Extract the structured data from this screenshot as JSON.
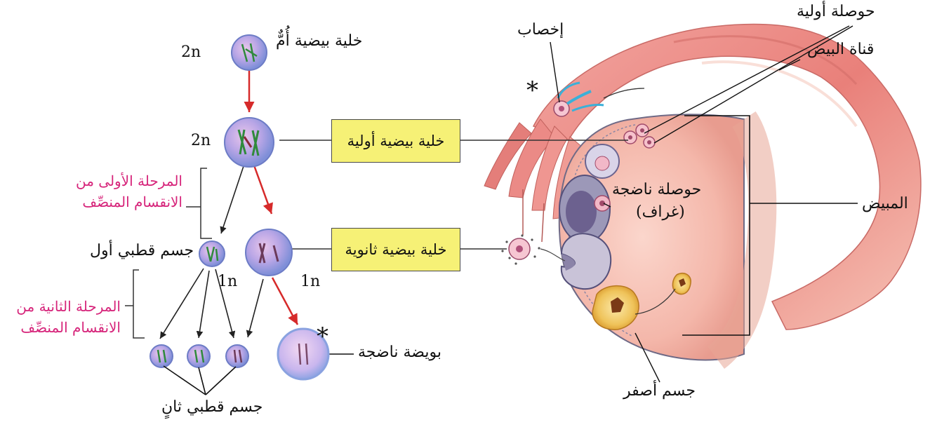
{
  "ploidy": {
    "diploid": "2n",
    "haploid": "1n"
  },
  "stages": {
    "mother_cell": "خلية بيضية أُمٌّ",
    "primary_oocyte": "خلية بيضية أولية",
    "secondary_oocyte": "خلية بيضية ثانوية",
    "first_polar_body": "جسم قطبي أول",
    "mature_ovum": "بويضة ناضجة",
    "second_polar_body": "جسم قطبي ثانٍ"
  },
  "phases": {
    "meiosis_one_line1": "المرحلة الأولى من",
    "meiosis_one_line2": "الانقسام المنصِّف",
    "meiosis_two_line1": "المرحلة الثانية من",
    "meiosis_two_line2": "الانقسام المنصِّف"
  },
  "anatomy": {
    "fertilization": "إخصاب",
    "primary_follicle": "حوصلة أولية",
    "oviduct": "قناة البيض",
    "mature_follicle_line1": "حوصلة ناضجة",
    "mature_follicle_line2": "(غراف)",
    "ovary": "المبيض",
    "corpus_luteum": "جسم أصفر"
  },
  "marker": "*",
  "colors": {
    "arrow_red": "#d62a2a",
    "arrow_black": "#222222",
    "label_pink": "#d6247a",
    "box_yellow": "#f6f176",
    "cell_fill": "#a9b8ec",
    "tissue_pink": "#f4b2a6"
  }
}
